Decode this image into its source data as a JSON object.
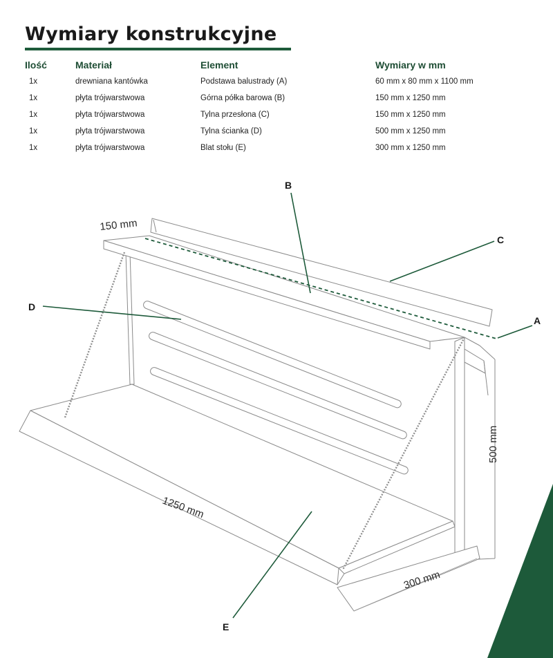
{
  "title": "Wymiary konstrukcyjne",
  "table": {
    "headers": {
      "qty": "Ilość",
      "material": "Materiał",
      "element": "Element",
      "dims": "Wymiary w mm"
    },
    "rows": [
      {
        "qty": "1x",
        "material": "drewniana kantówka",
        "element": "Podstawa balustrady (A)",
        "dims": "60 mm x 80 mm x 1100 mm"
      },
      {
        "qty": "1x",
        "material": "płyta trójwarstwowa",
        "element": "Górna półka barowa (B)",
        "dims": "150 mm x 1250 mm"
      },
      {
        "qty": "1x",
        "material": "płyta trójwarstwowa",
        "element": "Tylna przesłona (C)",
        "dims": "150 mm x 1250 mm"
      },
      {
        "qty": "1x",
        "material": "płyta trójwarstwowa",
        "element": "Tylna ścianka (D)",
        "dims": "500 mm x 1250 mm"
      },
      {
        "qty": "1x",
        "material": "płyta trójwarstwowa",
        "element": "Blat stołu (E)",
        "dims": "300 mm x 1250 mm"
      }
    ]
  },
  "diagram": {
    "labels": {
      "a": "A",
      "b": "B",
      "c": "C",
      "d": "D",
      "e": "E"
    },
    "dimensions": {
      "shelf_depth": "150 mm",
      "length": "1250 mm",
      "height": "500 mm",
      "table_depth": "300 mm"
    }
  },
  "colors": {
    "accent": "#1d5a3a",
    "ink": "#1a1a1a",
    "line": "#8a8a8a"
  }
}
